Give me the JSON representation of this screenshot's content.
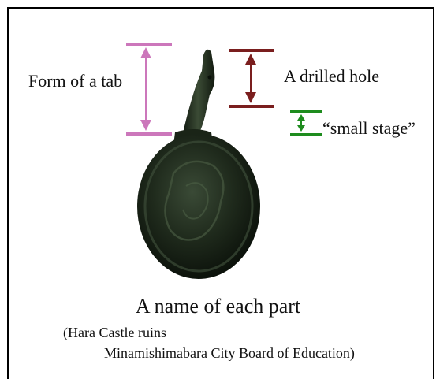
{
  "labels": {
    "tab": "Form of a tab",
    "hole": "A drilled hole",
    "stage": "“small stage”"
  },
  "caption": {
    "title": "A name of each part",
    "source_line1": "(Hara Castle ruins",
    "source_line2": "Minamishimabara City Board of Education)"
  },
  "colors": {
    "tab_marker": "#cc77bb",
    "hole_marker": "#7a1e1e",
    "stage_marker": "#1e8c1e",
    "artifact": "#1f2a1c",
    "frame": "#000000"
  }
}
